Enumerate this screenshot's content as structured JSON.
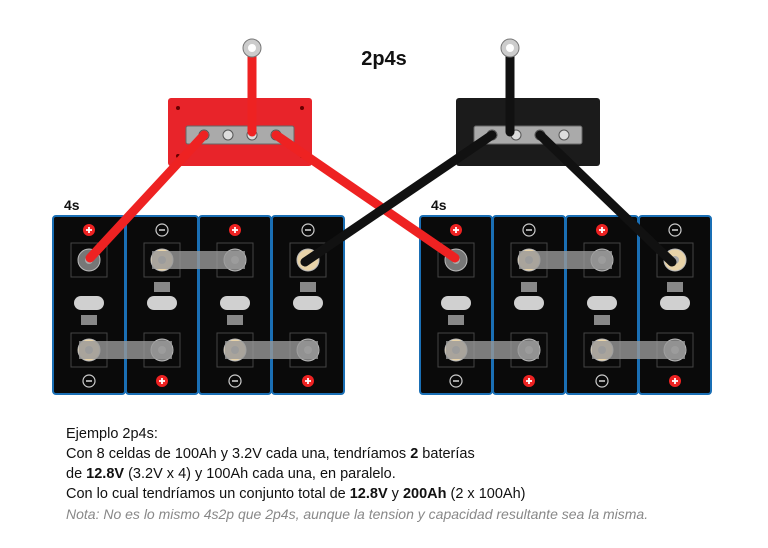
{
  "title": "2p4s",
  "packs": [
    {
      "label": "4s",
      "cells": [
        {
          "top": "+",
          "bottom": "-"
        },
        {
          "top": "-",
          "bottom": "+"
        },
        {
          "top": "+",
          "bottom": "-"
        },
        {
          "top": "-",
          "bottom": "+"
        }
      ]
    },
    {
      "label": "4s",
      "cells": [
        {
          "top": "+",
          "bottom": "-"
        },
        {
          "top": "-",
          "bottom": "+"
        },
        {
          "top": "+",
          "bottom": "-"
        },
        {
          "top": "-",
          "bottom": "+"
        }
      ]
    }
  ],
  "colors": {
    "positive": "#ee2222",
    "negative": "#111111",
    "cell_border": "#1a6fb5"
  },
  "description": {
    "heading": "Ejemplo 2p4s:",
    "line1_a": "Con 8 celdas de 100Ah y 3.2V cada una, tendríamos ",
    "line1_b": "2",
    "line1_c": " baterías",
    "line2_a": "de ",
    "line2_b": "12.8V",
    "line2_c": " (3.2V x 4) y 100Ah cada una, en paralelo.",
    "line3_a": "Con lo cual tendríamos un conjunto total de ",
    "line3_b": "12.8V",
    "line3_c": " y ",
    "line3_d": "200Ah",
    "line3_e": " (2 x 100Ah)",
    "note": "Nota: No es lo mismo 4s2p que 2p4s, aunque la tension y capacidad resultante sea la misma."
  }
}
